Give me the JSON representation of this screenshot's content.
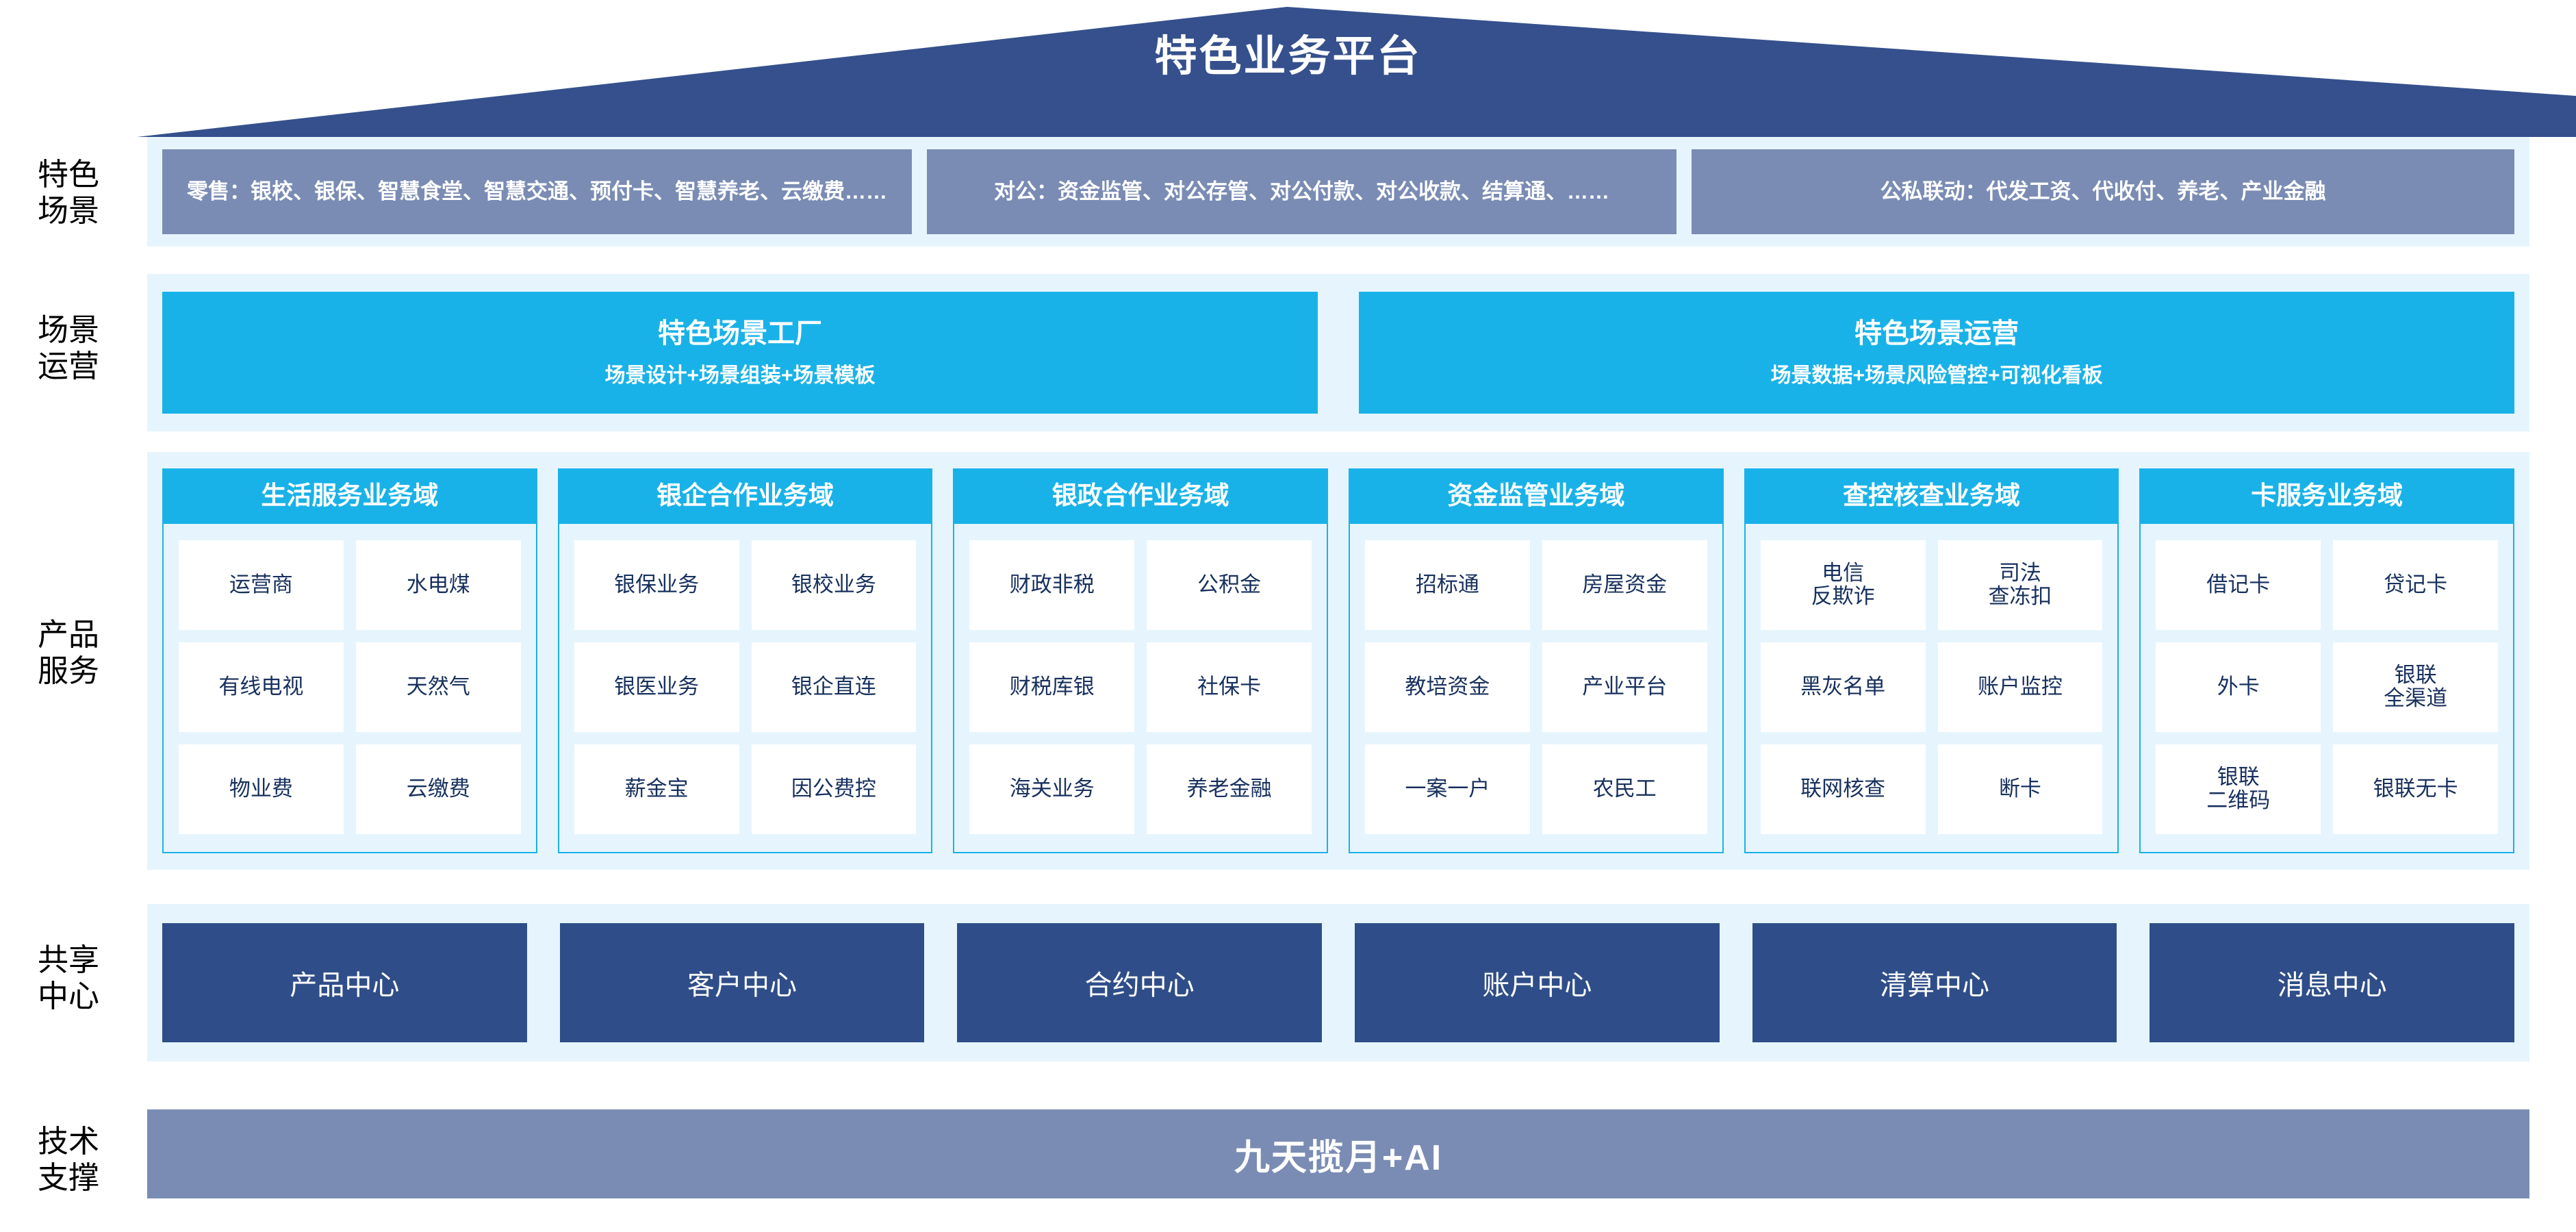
{
  "header": {
    "title": "特色业务平台",
    "roof_color": "#35508c"
  },
  "palette": {
    "panel_bg": "#e6f5fd",
    "slate_blue": "#7a8cb4",
    "cyan": "#19b2e8",
    "navy": "#2f4e89",
    "text_navy": "#17305e"
  },
  "rows": {
    "scenario": {
      "rail_label": "特色\n场景",
      "boxes": [
        {
          "name": "retail",
          "text": "零售：银校、银保、智慧食堂、智慧交通、预付卡、智慧养老、云缴费……"
        },
        {
          "name": "corporate",
          "text": "对公：资金监管、对公存管、对公付款、对公收款、结算通、……"
        },
        {
          "name": "joint",
          "text": "公私联动：代发工资、代收付、养老、产业金融"
        }
      ]
    },
    "operations": {
      "rail_label": "场景\n运营",
      "boxes": [
        {
          "title": "特色场景工厂",
          "subtitle": "场景设计+场景组装+场景模板"
        },
        {
          "title": "特色场景运营",
          "subtitle": "场景数据+场景风险管控+可视化看板"
        }
      ]
    },
    "products": {
      "rail_label": "产品\n服务",
      "domains": [
        {
          "title": "生活服务业务域",
          "items": [
            "运营商",
            "水电煤",
            "有线电视",
            "天然气",
            "物业费",
            "云缴费"
          ]
        },
        {
          "title": "银企合作业务域",
          "items": [
            "银保业务",
            "银校业务",
            "银医业务",
            "银企直连",
            "薪金宝",
            "因公费控"
          ]
        },
        {
          "title": "银政合作业务域",
          "items": [
            "财政非税",
            "公积金",
            "财税库银",
            "社保卡",
            "海关业务",
            "养老金融"
          ]
        },
        {
          "title": "资金监管业务域",
          "items": [
            "招标通",
            "房屋资金",
            "教培资金",
            "产业平台",
            "一案一户",
            "农民工"
          ]
        },
        {
          "title": "查控核查业务域",
          "items": [
            "电信\n反欺诈",
            "司法\n查冻扣",
            "黑灰名单",
            "账户监控",
            "联网核查",
            "断卡"
          ]
        },
        {
          "title": "卡服务业务域",
          "items": [
            "借记卡",
            "贷记卡",
            "外卡",
            "银联\n全渠道",
            "银联\n二维码",
            "银联无卡"
          ]
        }
      ]
    },
    "shared": {
      "rail_label": "共享\n中心",
      "boxes": [
        "产品中心",
        "客户中心",
        "合约中心",
        "账户中心",
        "清算中心",
        "消息中心"
      ]
    },
    "technical": {
      "rail_label": "技术\n支撑",
      "text": "九天揽月+AI"
    }
  }
}
